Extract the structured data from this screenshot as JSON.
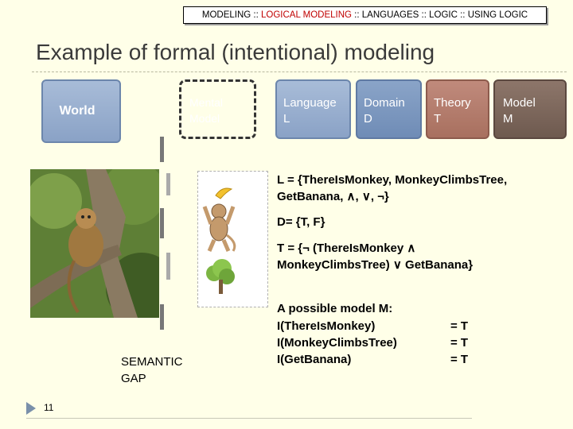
{
  "breadcrumb": {
    "part1": "MODELING :: ",
    "part2": "LOGICAL MODELING",
    "part3": " :: LANGUAGES :: LOGIC :: USING LOGIC"
  },
  "title": "Example of formal (intentional) modeling",
  "boxes": {
    "world": "World",
    "mental_line1": "Mental",
    "mental_line2": "Model",
    "language_line1": "Language",
    "language_line2": "L",
    "domain_line1": "Domain",
    "domain_line2": "D",
    "theory_line1": "Theory",
    "theory_line2": "T",
    "model_line1": "Model",
    "model_line2": "M"
  },
  "definitions": {
    "L_line1": "L = {ThereIsMonkey, MonkeyClimbsTree,",
    "L_line2": "GetBanana, ∧, ∨, ¬}",
    "D": "D= {T, F}",
    "T_line1": "T = {¬ (ThereIsMonkey ∧",
    "T_line2": "MonkeyClimbsTree) ∨ GetBanana}"
  },
  "model_section": {
    "heading": "A possible model M:",
    "rows": [
      {
        "left": "I(ThereIsMonkey)",
        "right": "= T"
      },
      {
        "left": "I(MonkeyClimbsTree)",
        "right": "= T"
      },
      {
        "left": "I(GetBanana)",
        "right": "= T"
      }
    ]
  },
  "semantic_gap_line1": "SEMANTIC",
  "semantic_gap_line2": "GAP",
  "page_number": "11",
  "colors": {
    "background": "#FFFFE8",
    "breadcrumb_highlight": "#C00000",
    "language_box": "#8aa2c6",
    "domain_box": "#6f8cb6",
    "theory_box": "#a8705f",
    "model_box": "#6e5a4f"
  }
}
